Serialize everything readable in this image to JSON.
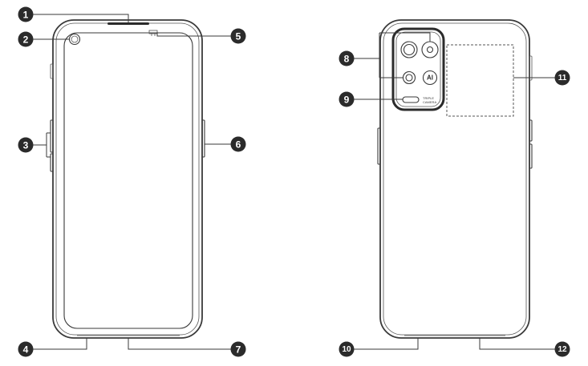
{
  "callouts": [
    {
      "id": "1",
      "label": "1"
    },
    {
      "id": "2",
      "label": "2"
    },
    {
      "id": "3",
      "label": "3"
    },
    {
      "id": "4",
      "label": "4"
    },
    {
      "id": "5",
      "label": "5"
    },
    {
      "id": "6",
      "label": "6"
    },
    {
      "id": "7",
      "label": "7"
    },
    {
      "id": "8",
      "label": "8"
    },
    {
      "id": "9",
      "label": "9"
    },
    {
      "id": "10",
      "label": "10"
    },
    {
      "id": "11",
      "label": "11"
    },
    {
      "id": "12",
      "label": "12"
    }
  ],
  "camera": {
    "ai_label": "AI",
    "flash_text_line1": "TRIPLE",
    "flash_text_line2": "CAMERA"
  },
  "colors": {
    "callout_fill": "#2b2b2b",
    "line": "#3a3a3a",
    "background": "#ffffff"
  }
}
